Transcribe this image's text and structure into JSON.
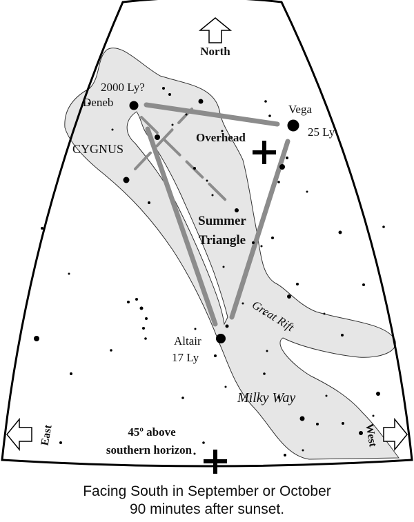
{
  "labels": {
    "north": "North",
    "east": "East",
    "west": "West",
    "deneb": "Deneb",
    "deneb_distance": "2000 Ly?",
    "vega": "Vega",
    "vega_distance": "25 Ly",
    "altair": "Altair",
    "altair_distance": "17 Ly",
    "cygnus": "CYGNUS",
    "overhead": "Overhead",
    "summer_triangle_line1": "Summer",
    "summer_triangle_line2": "Triangle",
    "great_rift": "Great Rift",
    "milky_way": "Milky Way",
    "horizon_line1": "45º above",
    "horizon_line2": "southern horizon"
  },
  "caption": {
    "line1": "Facing South in September or October",
    "line2": "90 minutes after sunset."
  },
  "colors": {
    "milky_way_fill": "#e6e6e6",
    "triangle_line": "#8c8c8c",
    "star": "#000000",
    "frame": "#000000"
  },
  "icons": [
    "north-arrow-icon",
    "east-arrow-icon",
    "west-arrow-icon",
    "overhead-cross-icon",
    "horizon-cross-icon"
  ]
}
